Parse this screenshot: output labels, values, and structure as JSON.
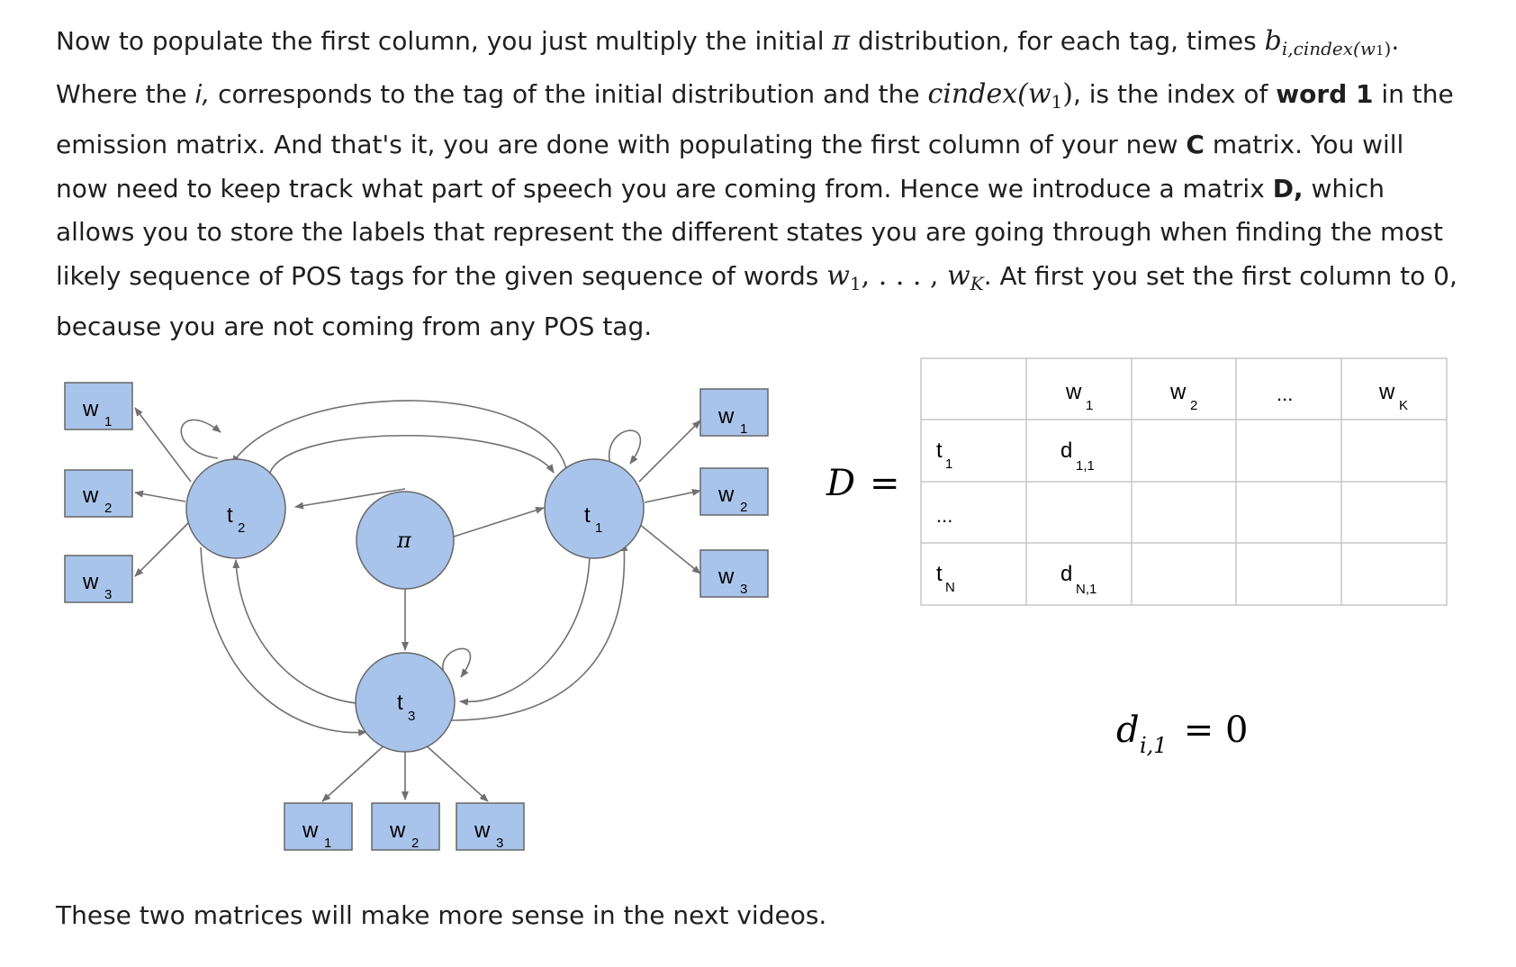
{
  "paragraph": {
    "s1": "Now to populate the first column, you just multiply the initial ",
    "pi": "π",
    "s2": " distribution, for each tag, times ",
    "b_sym": "b",
    "b_sub": "i,cindex(",
    "b_sub_w": "w",
    "b_sub_one": "1",
    "b_sub_close": ")",
    "s3": ". Where the ",
    "i": "i,",
    "s4": " corresponds to the tag of the initial distribution and the ",
    "cindex": "cindex",
    "cindex_args": "(w",
    "cindex_one": "1",
    "cindex_close": ")",
    "s5": ", is the index of ",
    "word1": "word 1",
    "s6": " in the emission matrix. And that's it, you are done with populating the first column of your new ",
    "C": "C",
    "s7": " matrix.  You will now need to keep track what part of speech you are coming from. Hence we introduce a matrix ",
    "D": "D,",
    "s8": " which allows you to store the labels that represent the different states you are going through when finding the most likely sequence of POS tags for the given sequence of words ",
    "w1": "w",
    "w1_sub": "1",
    "dots": ", . . . , ",
    "wK": "w",
    "wK_sub": "K",
    "s9": ". At first you set the first column to 0, because you are not coming from any POS tag."
  },
  "diagram": {
    "pi": "π",
    "tags": {
      "t1": {
        "t": "t",
        "s": "1"
      },
      "t2": {
        "t": "t",
        "s": "2"
      },
      "t3": {
        "t": "t",
        "s": "3"
      }
    },
    "words": [
      {
        "w": "w",
        "s": "1"
      },
      {
        "w": "w",
        "s": "2"
      },
      {
        "w": "w",
        "s": "3"
      }
    ],
    "colors": {
      "node_fill": "#a9c4eb",
      "node_stroke": "#666666",
      "arrow": "#707070"
    }
  },
  "matrix": {
    "label_D": "D",
    "equals": "=",
    "cols": [
      {
        "w": "w",
        "s": "1"
      },
      {
        "w": "w",
        "s": "2"
      },
      {
        "w": "...",
        "s": ""
      },
      {
        "w": "w",
        "s": "K"
      }
    ],
    "rows": [
      {
        "t": "t",
        "s": "1",
        "cell_d": "d",
        "cell_s": "1,1"
      },
      {
        "t": "...",
        "s": "",
        "cell_d": "",
        "cell_s": ""
      },
      {
        "t": "t",
        "s": "N",
        "cell_d": "d",
        "cell_s": "N,1"
      }
    ]
  },
  "formula": {
    "d": "d",
    "sub": "i,1",
    "rest": " = 0"
  },
  "footer": "These two matrices will make more sense in the next videos."
}
